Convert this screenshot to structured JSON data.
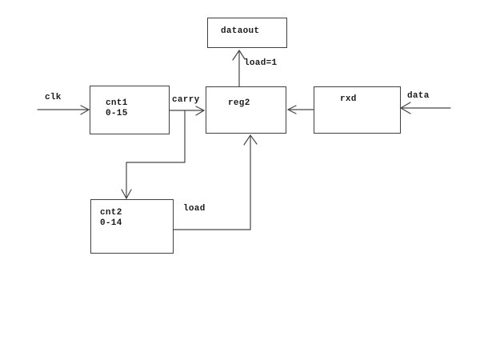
{
  "diagram": {
    "background_color": "#ffffff",
    "line_color": "#474747",
    "text_color": "#1b1b1b",
    "blocks": {
      "dataout": {
        "label": "dataout"
      },
      "cnt1": {
        "label": "cnt1",
        "sublabel": "0-15"
      },
      "reg2": {
        "label": "reg2"
      },
      "rxd": {
        "label": "rxd"
      },
      "cnt2": {
        "label": "cnt2",
        "sublabel": "0-14"
      }
    },
    "signals": {
      "clk": "clk",
      "carry": "carry",
      "load": "load",
      "load_eq_1": "load=1",
      "data": "data"
    },
    "edges": [
      {
        "from": "clk-input",
        "to": "cnt1",
        "label": "clk"
      },
      {
        "from": "cnt1",
        "to": "reg2",
        "label": "carry"
      },
      {
        "from": "cnt1-carry",
        "to": "cnt2",
        "label": ""
      },
      {
        "from": "cnt2",
        "to": "reg2",
        "label": "load"
      },
      {
        "from": "reg2",
        "to": "dataout",
        "label": "load=1"
      },
      {
        "from": "rxd",
        "to": "reg2",
        "label": ""
      },
      {
        "from": "data-input",
        "to": "rxd",
        "label": "data"
      }
    ]
  }
}
